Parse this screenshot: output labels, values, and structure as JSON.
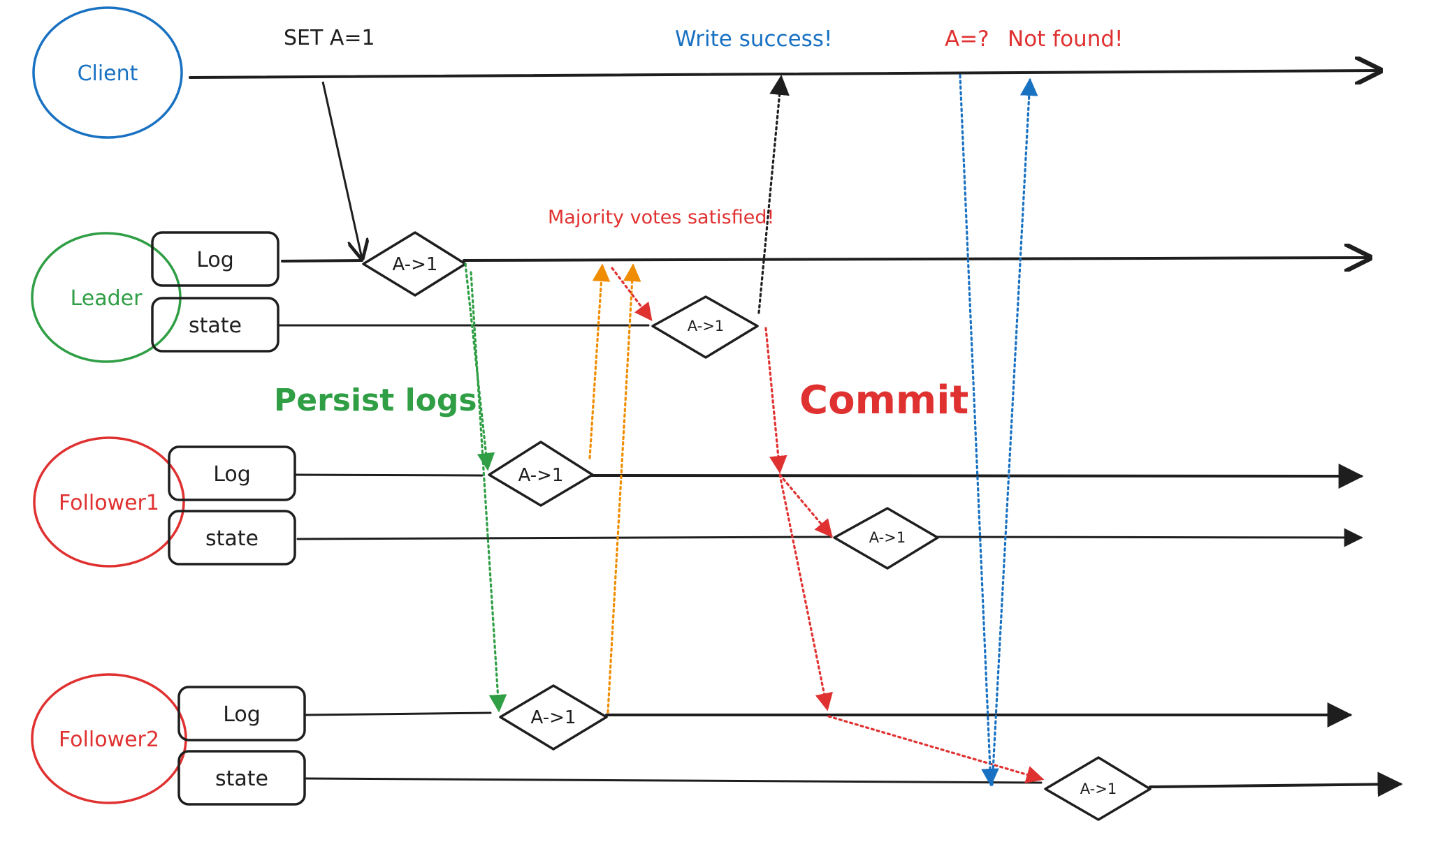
{
  "colors": {
    "ink": "#1e1e1e",
    "blue": "#1971c2",
    "green": "#2f9e44",
    "red": "#e03131",
    "orange": "#f08c00"
  },
  "nodes": {
    "client": "Client",
    "leader": "Leader",
    "follower1": "Follower1",
    "follower2": "Follower2"
  },
  "boxes": {
    "log": "Log",
    "state": "state"
  },
  "entry": "A->1",
  "annotations": {
    "set_request": "SET A=1",
    "write_success": "Write success!",
    "read_query": "A=?",
    "not_found": "Not found!",
    "majority": "Majority votes satisfied!",
    "persist_logs": "Persist logs",
    "commit": "Commit"
  }
}
